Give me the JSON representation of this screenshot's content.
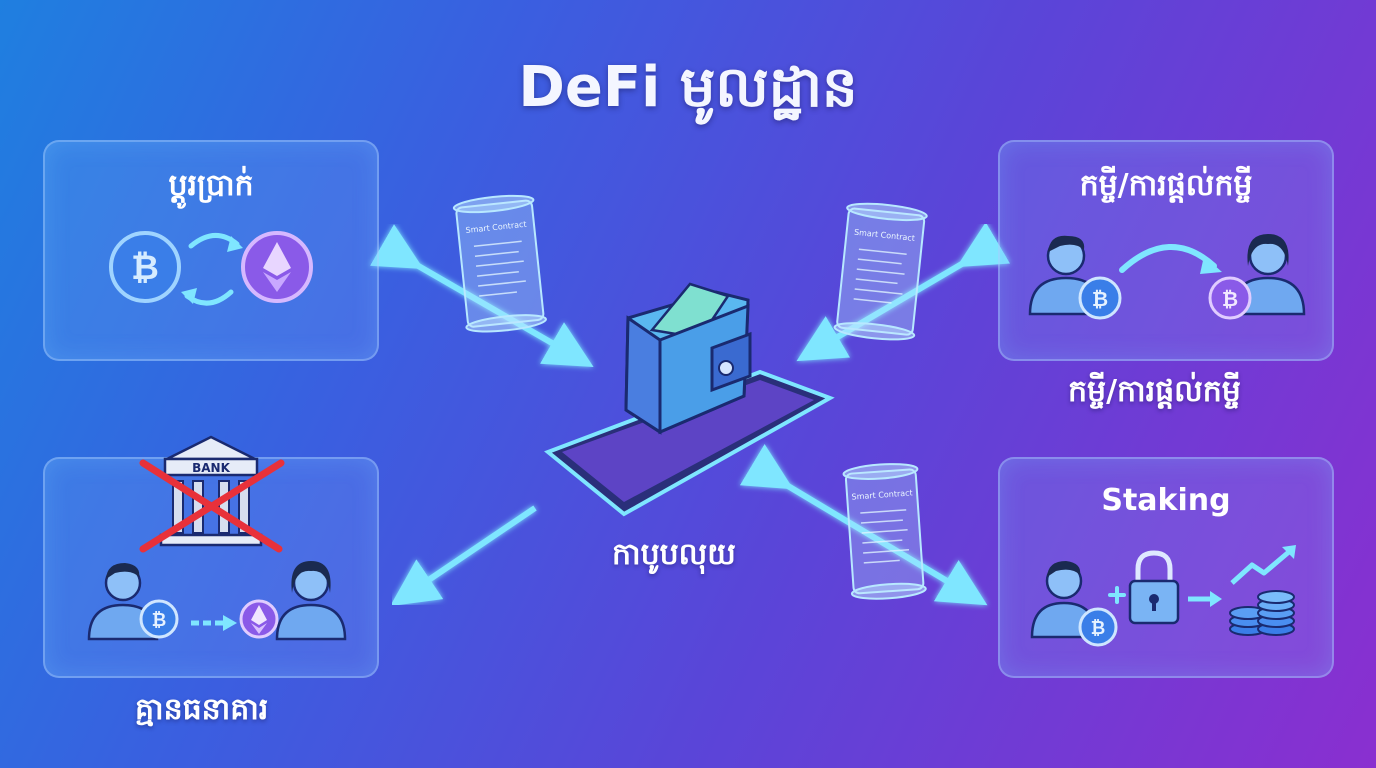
{
  "title": "DeFi មូលដ្ឋាន",
  "center": {
    "label": "កាបូបលុយ"
  },
  "panels": {
    "exchange": {
      "title": "ប្តូរប្រាក់"
    },
    "lending": {
      "title": "កម្ចី/ការផ្តល់កម្ចី",
      "caption": "កម្ចី/ការផ្តល់កម្ចី"
    },
    "no_bank": {
      "bank_label": "BANK",
      "caption": "គ្មានធនាគារ"
    },
    "staking": {
      "title": "Staking"
    }
  },
  "contract_label": "Smart Contract",
  "colors": {
    "accent": "#5fd8ff",
    "btc_coin": "#3a7ee8",
    "eth_coin": "#8a5ae8",
    "cross": "#e8313a"
  }
}
